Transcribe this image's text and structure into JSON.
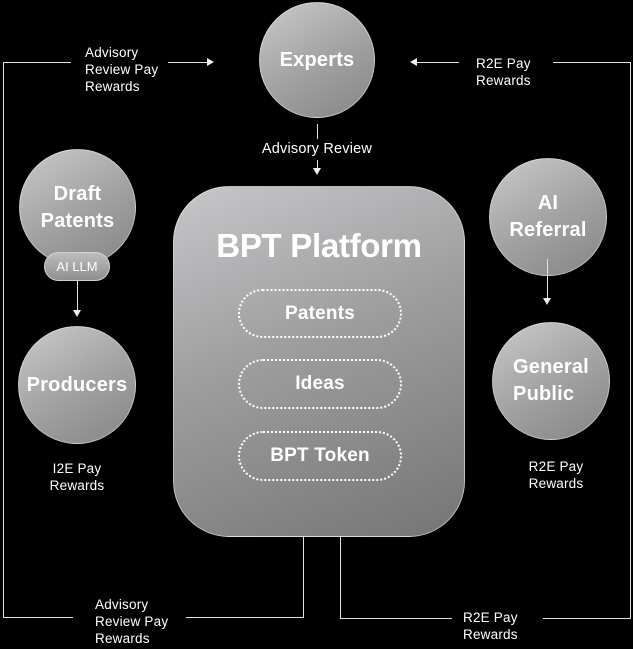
{
  "diagram": {
    "title": "BPT Platform token flow diagram",
    "colors": {
      "background": "#000000",
      "line": "#e3e3e3",
      "text": "#ffffff",
      "node_gradient_start": "#cacaca",
      "node_gradient_end": "#858585",
      "platform_gradient_start": "#c6c7c9",
      "platform_gradient_end": "#757575"
    },
    "platform": {
      "title": "BPT Platform",
      "pills": [
        {
          "label": "Patents"
        },
        {
          "label": "Ideas"
        },
        {
          "label": "BPT Token"
        }
      ]
    },
    "nodes": {
      "experts": {
        "label": "Experts"
      },
      "draft_patents": {
        "line1": "Draft",
        "line2": "Patents",
        "badge": "AI LLM"
      },
      "producers": {
        "label": "Producers"
      },
      "ai_referral": {
        "line1": "AI",
        "line2": "Referral"
      },
      "general_public": {
        "line1": "General",
        "line2": "Public"
      }
    },
    "labels": {
      "top_left": [
        "Advisory",
        "Review Pay",
        "Rewards"
      ],
      "top_right": [
        "R2E Pay",
        "Rewards"
      ],
      "advisory_review": "Advisory Review",
      "i2e": [
        "I2E Pay",
        "Rewards"
      ],
      "r2e_general_public": [
        "R2E Pay",
        "Rewards"
      ],
      "bottom_left": [
        "Advisory",
        "Review Pay",
        "Rewards"
      ],
      "bottom_right": [
        "R2E Pay",
        "Rewards"
      ]
    }
  }
}
